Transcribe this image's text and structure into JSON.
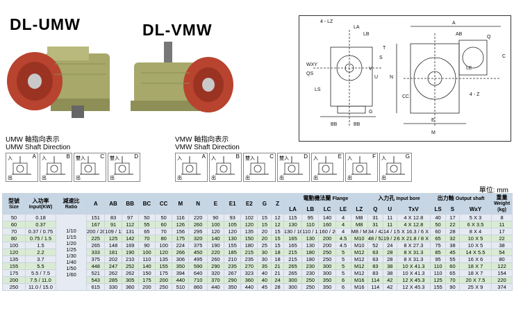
{
  "titles": {
    "left": "DL-UMW",
    "right": "DL-VMW"
  },
  "umw_direction": {
    "line1": "UMW 軸指向表示",
    "line2": "UMW Shaft Direction",
    "boxes": [
      "A",
      "B",
      "C",
      "D"
    ]
  },
  "vmw_direction": {
    "line1": "VMW 軸指向表示",
    "line2": "VMW Shaft Direction",
    "boxes": [
      "A",
      "B",
      "C",
      "D",
      "E",
      "F",
      "G"
    ]
  },
  "direction_words": {
    "out": "出",
    "in": "入",
    "double_in": "雙入"
  },
  "unit": "單位: mm",
  "drawing": {
    "labels": [
      "4 - LZ",
      "LA",
      "LB",
      "WXY",
      "QS",
      "LS",
      "BB",
      "BB",
      "G",
      "4 - Z",
      "A",
      "AB",
      "Q",
      "LE",
      "E",
      "M",
      "N",
      "C",
      "CC",
      "S",
      "T",
      "V",
      "U"
    ]
  },
  "table": {
    "headers": {
      "size": {
        "zh": "型號",
        "en": "Size"
      },
      "input": {
        "zh": "入功率",
        "en": "Input(KW)"
      },
      "ratio": {
        "zh": "減速比",
        "en": "Ratio"
      },
      "cols1": [
        "A",
        "AB",
        "BB",
        "BC",
        "CC",
        "M",
        "N",
        "E",
        "E1",
        "E2",
        "G",
        "Z"
      ],
      "flange": {
        "zh": "電動機法蘭",
        "en": "Flange"
      },
      "flange_cols": [
        "LA",
        "LB",
        "LC",
        "LE",
        "LZ"
      ],
      "bore": {
        "zh": "入力孔",
        "en": "Input bore"
      },
      "bore_cols": [
        "Q",
        "U",
        "TxV"
      ],
      "shaft": {
        "zh": "出力軸",
        "en": "Output shaft"
      },
      "shaft_cols": [
        "LS",
        "S",
        "WxY"
      ],
      "weight": {
        "zh": "重量",
        "en": "Weight",
        "unit": "(kg)"
      }
    },
    "ratio_values": [
      "1/10",
      "1/15",
      "1/20",
      "1/25",
      "1/30",
      "1/40",
      "1/50",
      "1/60"
    ],
    "rows": [
      {
        "size": "50",
        "input": "0.18",
        "cells": [
          "151",
          "83",
          "97",
          "50",
          "50",
          "116",
          "220",
          "90",
          "93",
          "102",
          "15",
          "12",
          "115",
          "95",
          "140",
          "4",
          "M8",
          "31",
          "11",
          "4 X 12.8",
          "40",
          "17",
          "5 X 3",
          "8"
        ]
      },
      {
        "size": "60",
        "input": "0.37",
        "cells": [
          "167",
          "91",
          "112",
          "55",
          "60",
          "126",
          "260",
          "100",
          "105",
          "120",
          "15",
          "12",
          "130",
          "110",
          "160",
          "4",
          "M8",
          "31",
          "11",
          "4 X 12.8",
          "50",
          "22",
          "6 X 3.5",
          "11"
        ]
      },
      {
        "size": "70",
        "input": "0.37 / 0.75",
        "cells": [
          "200 / 202",
          "109 / 111",
          "131",
          "65",
          "70",
          "156",
          "295",
          "120",
          "120",
          "135",
          "20",
          "15",
          "130 / 165",
          "110 / 130",
          "160 / 200",
          "4",
          "M8 / M10",
          "34 / 42",
          "14 / 19",
          "5 X 16.3 / 6 X 21.8",
          "60",
          "28",
          "8 X 4",
          "17"
        ]
      },
      {
        "size": "80",
        "input": "0.75 / 1.5",
        "cells": [
          "225",
          "125",
          "142",
          "70",
          "80",
          "175",
          "320",
          "140",
          "130",
          "150",
          "20",
          "15",
          "165",
          "130",
          "200",
          "4.5",
          "M10",
          "48 / 52",
          "19 / 24",
          "6 X 21.8 / 8 X 27.3",
          "65",
          "32",
          "10 X 5",
          "22"
        ]
      },
      {
        "size": "100",
        "input": "1.5",
        "cells": [
          "265",
          "148",
          "169",
          "90",
          "100",
          "224",
          "375",
          "190",
          "155",
          "180",
          "25",
          "15",
          "165",
          "130",
          "200",
          "4.5",
          "M10",
          "52",
          "24",
          "8 X 27.3",
          "75",
          "38",
          "10 X 5",
          "38"
        ]
      },
      {
        "size": "120",
        "input": "2.2",
        "cells": [
          "333",
          "181",
          "190",
          "100",
          "120",
          "266",
          "450",
          "220",
          "185",
          "215",
          "30",
          "18",
          "215",
          "180",
          "250",
          "5",
          "M12",
          "63",
          "28",
          "8 X 31.3",
          "85",
          "45",
          "14 X 5.5",
          "54"
        ]
      },
      {
        "size": "135",
        "input": "3.7",
        "cells": [
          "375",
          "202",
          "210",
          "110",
          "135",
          "306",
          "495",
          "260",
          "210",
          "235",
          "30",
          "18",
          "215",
          "180",
          "250",
          "5",
          "M12",
          "63",
          "28",
          "8 X 31.3",
          "95",
          "55",
          "16 X 6",
          "80"
        ]
      },
      {
        "size": "155",
        "input": "5.5",
        "cells": [
          "448",
          "247",
          "252",
          "140",
          "155",
          "350",
          "590",
          "290",
          "235",
          "270",
          "35",
          "21",
          "265",
          "230",
          "300",
          "5",
          "M12",
          "83",
          "38",
          "10 X 41.3",
          "110",
          "60",
          "18 X 7",
          "122"
        ]
      },
      {
        "size": "175",
        "input": "5.5 / 7.5",
        "cells": [
          "521",
          "262",
          "262",
          "150",
          "175",
          "394",
          "640",
          "320",
          "267",
          "323",
          "40",
          "21",
          "265",
          "230",
          "300",
          "5",
          "M12",
          "83",
          "38",
          "10 X 41.3",
          "110",
          "65",
          "18 X 7",
          "154"
        ]
      },
      {
        "size": "200",
        "input": "7.5 / 11.0",
        "cells": [
          "543",
          "285",
          "305",
          "175",
          "200",
          "440",
          "710",
          "370",
          "290",
          "360",
          "40",
          "24",
          "300",
          "250",
          "350",
          "6",
          "M16",
          "114",
          "42",
          "12 X 45.3",
          "125",
          "70",
          "20 X 7.5",
          "220"
        ]
      },
      {
        "size": "250",
        "input": "11.0 / 15.0",
        "cells": [
          "615",
          "330",
          "360",
          "200",
          "250",
          "510",
          "860",
          "440",
          "350",
          "440",
          "45",
          "28",
          "300",
          "250",
          "350",
          "6",
          "M16",
          "114",
          "42",
          "12 X 45.3",
          "155",
          "90",
          "25 X 9",
          "374"
        ]
      }
    ]
  }
}
